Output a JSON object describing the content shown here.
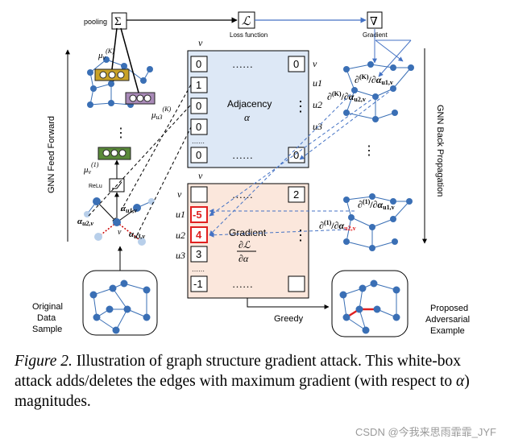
{
  "figure": {
    "top": {
      "pooling": "pooling",
      "sum_symbol": "Σ",
      "loss_symbol": "ℒ",
      "loss_label": "Loss function",
      "grad_symbol": "∇",
      "grad_label": "Gradient"
    },
    "left": {
      "feed_forward": "GNN Feed Forward",
      "mu_vK": "μv(K)",
      "mu_u3K": "μu3(K)",
      "mu_v1": "μv(1)",
      "relu": "ReLu",
      "dots": "⋮",
      "alpha_u1v": "αu1,v",
      "alpha_u2v": "αu2,v",
      "alpha_u3v": "αu3,v",
      "v_node": "v",
      "original": [
        "Original",
        "Data",
        "Sample"
      ]
    },
    "adjacency": {
      "top_v": "v",
      "row_values": [
        "0",
        "1",
        "0",
        "0",
        "0"
      ],
      "row_gap_marker": "……",
      "top_right_value": "0",
      "bottom_right_value": "0",
      "h_dots": "……",
      "v_dots": "⋮",
      "title": "Adjacency",
      "alpha": "α",
      "row_labels": [
        "v",
        "u1",
        "u2",
        "u3"
      ]
    },
    "gradient": {
      "top_v": "v",
      "row_values": [
        "",
        "-5",
        "4",
        "3",
        "-1"
      ],
      "row_gap_marker": "……",
      "top_right_value": "2",
      "bottom_right_value": "",
      "h_dots": "……",
      "v_dots": "⋮",
      "title": "Gradient",
      "fraction_num": "∂ℒ",
      "fraction_den": "∂α",
      "row_labels": [
        "v",
        "u1",
        "u2",
        "u3"
      ],
      "highlight_color": "#e02020"
    },
    "right": {
      "back_prop": "GNN Back Propagation",
      "dK_u1v": "∂(K)/∂αu1,v",
      "dK_u2v": "∂(K)/∂αu2,v",
      "d1_u1v": "∂(1)/∂αu1,v",
      "d1_u2v": "∂(1)/∂αu2,v",
      "dots": "⋮",
      "proposed": [
        "Proposed",
        "Adversarial",
        "Example"
      ]
    },
    "greedy": "Greedy",
    "colors": {
      "node": "#3a6fb5",
      "arrow_blue": "#4472c4",
      "highlight_red": "#e02020",
      "adj_fill": "#dde8f6",
      "grad_fill": "#fbe7dc"
    }
  },
  "caption": {
    "label": "Figure 2.",
    "text_1": "Illustration of graph structure gradient attack.   This white-box attack adds/deletes the edges with maximum gradient (with respect to ",
    "alpha": "α",
    "text_2": ") magnitudes."
  },
  "watermark": "CSDN @今我来思雨霏霏_JYF"
}
